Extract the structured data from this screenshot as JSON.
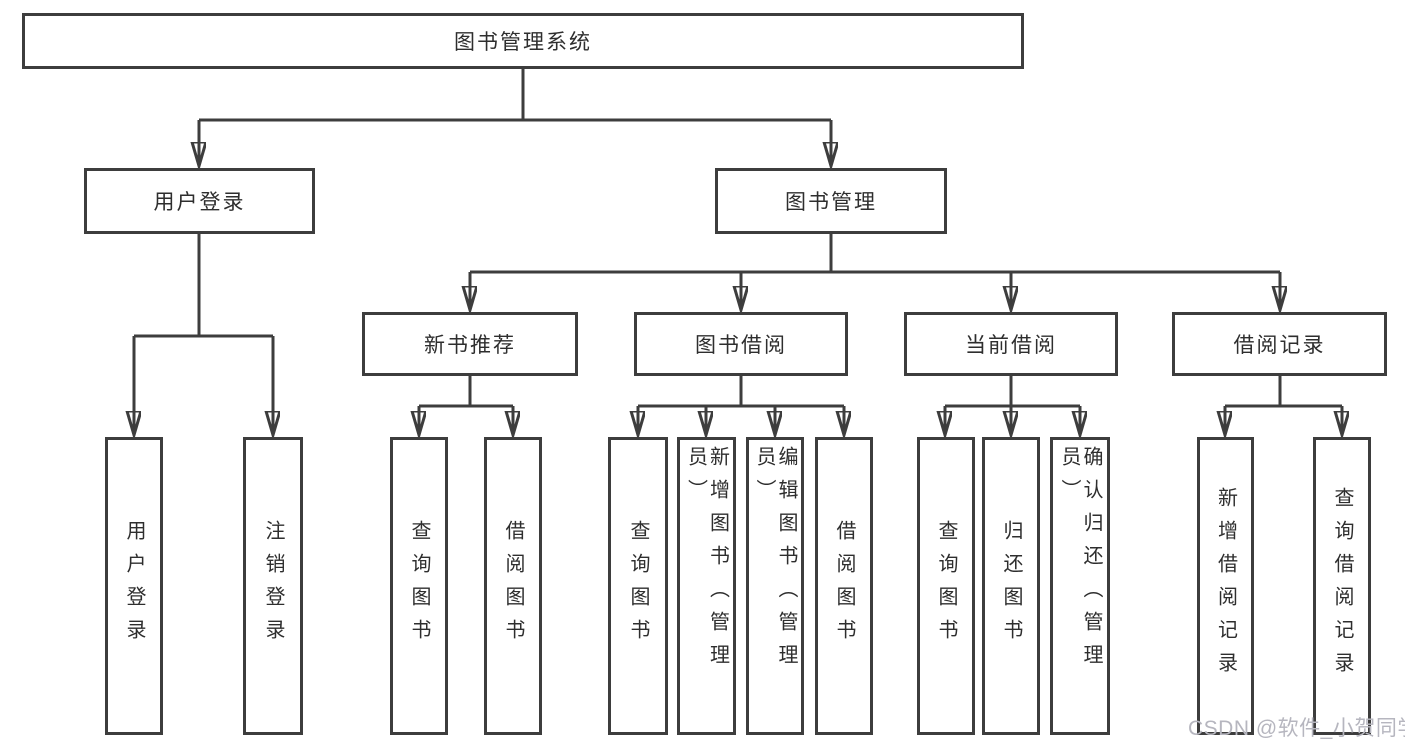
{
  "diagram": {
    "colors": {
      "line": "#3d3d3d",
      "box_border": "#3d3d3d",
      "box_fill": "#ffffff",
      "text": "#2e2e2e",
      "watermark": "#b6b6bf",
      "background": "#ffffff"
    },
    "tree": {
      "label": "图书管理系统",
      "children": [
        {
          "label": "用户登录",
          "children": [
            {
              "label": "用户登录"
            },
            {
              "label": "注销登录"
            }
          ]
        },
        {
          "label": "图书管理",
          "children": [
            {
              "label": "新书推荐",
              "children": [
                {
                  "label": "查询图书"
                },
                {
                  "label": "借阅图书"
                }
              ]
            },
            {
              "label": "图书借阅",
              "children": [
                {
                  "label": "查询图书"
                },
                {
                  "label": "新增图书（管理员）"
                },
                {
                  "label": "编辑图书（管理员）"
                },
                {
                  "label": "借阅图书"
                }
              ]
            },
            {
              "label": "当前借阅",
              "children": [
                {
                  "label": "查询图书"
                },
                {
                  "label": "归还图书"
                },
                {
                  "label": "确认归还（管理员）"
                }
              ]
            },
            {
              "label": "借阅记录",
              "children": [
                {
                  "label": "新增借阅记录"
                },
                {
                  "label": "查询借阅记录"
                }
              ]
            }
          ]
        }
      ]
    },
    "watermark": {
      "text": "CSDN @软件_小贺同学"
    }
  }
}
